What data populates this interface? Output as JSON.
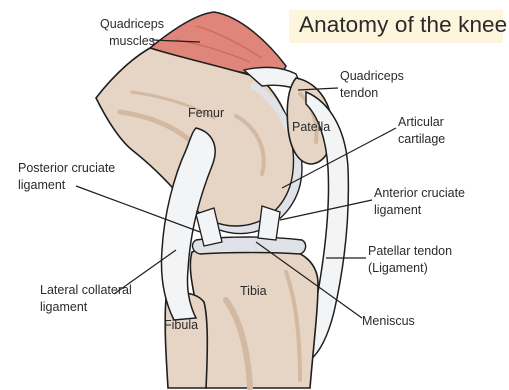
{
  "title": "Anatomy of the knee",
  "labels": {
    "quadriceps_muscles": [
      "Quadriceps",
      "muscles"
    ],
    "quadriceps_tendon": [
      "Quadriceps",
      "tendon"
    ],
    "femur": "Femur",
    "patella": "Patella",
    "articular_cartilage": [
      "Articular",
      "cartilage"
    ],
    "posterior_cruciate": [
      "Posterior cruciate",
      "ligament"
    ],
    "anterior_cruciate": [
      "Anterior cruciate",
      "ligament"
    ],
    "patellar_tendon": [
      "Patellar tendon",
      "(Ligament)"
    ],
    "lateral_collateral": [
      "Lateral collateral",
      "ligament"
    ],
    "tibia": "Tibia",
    "fibula": "Fibula",
    "meniscus": "Meniscus"
  },
  "colors": {
    "bone": "#e6d5c5",
    "bone_shade": "#d3b9a2",
    "muscle": "#e0857a",
    "cartilage": "#dfe2e6",
    "ligament": "#f3f4f6",
    "outline": "#1e1e1e"
  }
}
